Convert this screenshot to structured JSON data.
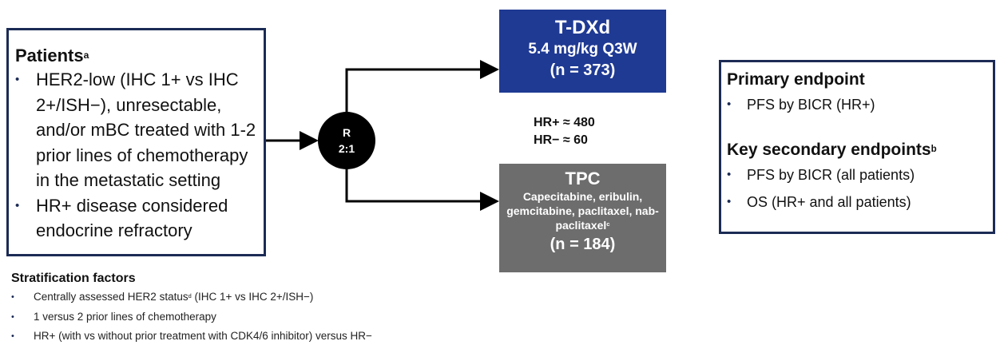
{
  "patients": {
    "title": "Patients",
    "title_sup": "a",
    "bullets": [
      "HER2-low (IHC 1+ vs IHC 2+/ISH−), unresectable, and/or mBC treated with 1-2 prior lines of chemotherapy in the metastatic setting",
      "HR+ disease considered endocrine refractory"
    ]
  },
  "randomization": {
    "line1": "R",
    "line2": "2:1"
  },
  "tdxd": {
    "name": "T-DXd",
    "dose": "5.4 mg/kg Q3W",
    "n": "(n = 373)"
  },
  "hr_counts": {
    "hr_pos": "HR+ ≈ 480",
    "hr_neg": "HR− ≈ 60"
  },
  "tpc": {
    "name": "TPC",
    "drugs": "Capecitabine, eribulin, gemcitabine, paclitaxel, nab-paclitaxel",
    "drugs_sup": "c",
    "n": "(n = 184)"
  },
  "endpoints": {
    "primary_title": "Primary endpoint",
    "primary": [
      "PFS by BICR (HR+)"
    ],
    "secondary_title": "Key secondary endpoints",
    "secondary_sup": "b",
    "secondary": [
      "PFS by BICR (all patients)",
      "OS (HR+ and all patients)"
    ]
  },
  "stratification": {
    "title": "Stratification factors",
    "items": [
      {
        "before": "Centrally assessed HER2 status",
        "sup": "d",
        "after": " (IHC 1+ vs IHC 2+/ISH−)"
      },
      {
        "text": "1 versus 2 prior lines of chemotherapy"
      },
      {
        "text": "HR+ (with vs without prior treatment with CDK4/6 inhibitor) versus HR−"
      }
    ]
  },
  "colors": {
    "navy": "#1c2b55",
    "tdxd_blue": "#1f3a93",
    "tpc_gray": "#6d6d6d"
  }
}
